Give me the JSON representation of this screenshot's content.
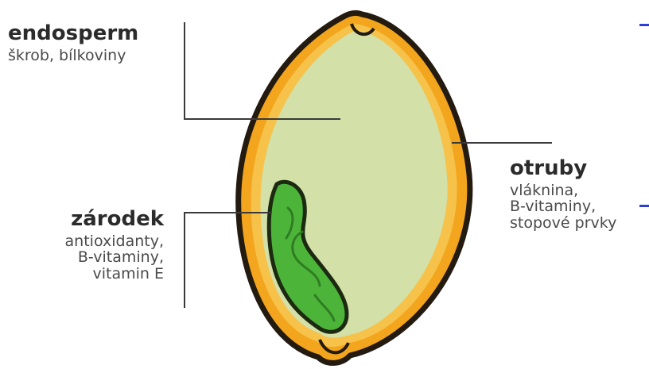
{
  "labels": {
    "endosperm": {
      "title": "endosperm",
      "lines": [
        "škrob, bílkoviny"
      ]
    },
    "zarodek": {
      "title": "zárodek",
      "lines": [
        "antioxidanty,",
        "B-vitaminy,",
        "vitamin E"
      ]
    },
    "otruby": {
      "title": "otruby",
      "lines": [
        "vláknina,",
        "B-vitaminy,",
        "stopové prvky"
      ]
    }
  },
  "colors": {
    "endosperm_fill": "#d3e0a8",
    "bran_outer": "#f2a51d",
    "bran_inner": "#f6c24a",
    "germ_fill": "#4db43a",
    "germ_dark": "#2f7d22",
    "outline": "#231a10",
    "leader_line": "#3a3a3a",
    "edge_mark": "#2b3fd6"
  }
}
